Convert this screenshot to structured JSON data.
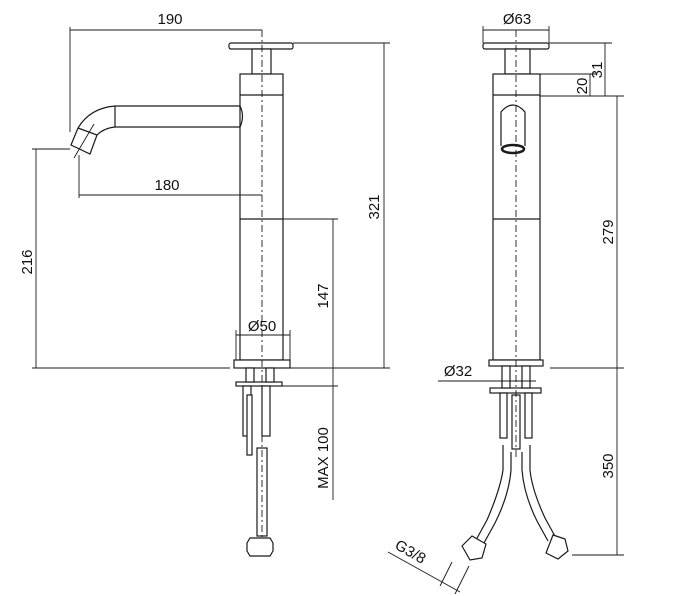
{
  "drawing": {
    "side_view": {
      "spout_reach": "190",
      "spout_projection": "180",
      "spout_height": "216",
      "total_height": "321",
      "lower_body_height": "147",
      "body_diameter": "Ø50",
      "max_deck_thickness": "MAX 100"
    },
    "front_view": {
      "handle_diameter": "Ø63",
      "handle_height": "31",
      "handle_stem": "20",
      "body_height": "279",
      "shank_diameter": "Ø32",
      "hose_length": "350",
      "hose_connection": "G3/8"
    }
  }
}
